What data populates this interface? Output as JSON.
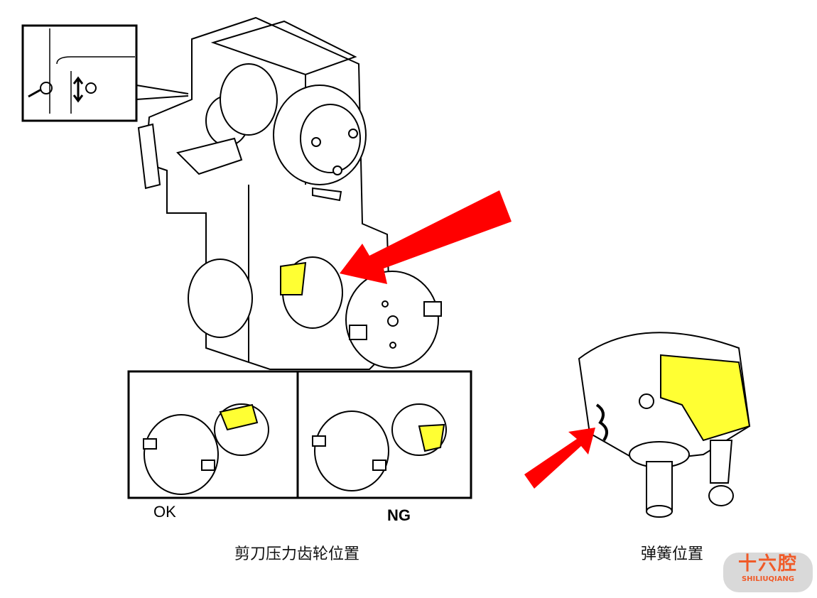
{
  "panels": {
    "ok_label": "OK",
    "ng_label": "NG"
  },
  "captions": {
    "left": "剪刀压力齿轮位置",
    "right": "弹簧位置"
  },
  "logo": {
    "cn": "十六腔",
    "en": "SHILIUQIANG"
  },
  "colors": {
    "highlight": "#ffff33",
    "arrow": "#ff0000",
    "line": "#000000"
  }
}
